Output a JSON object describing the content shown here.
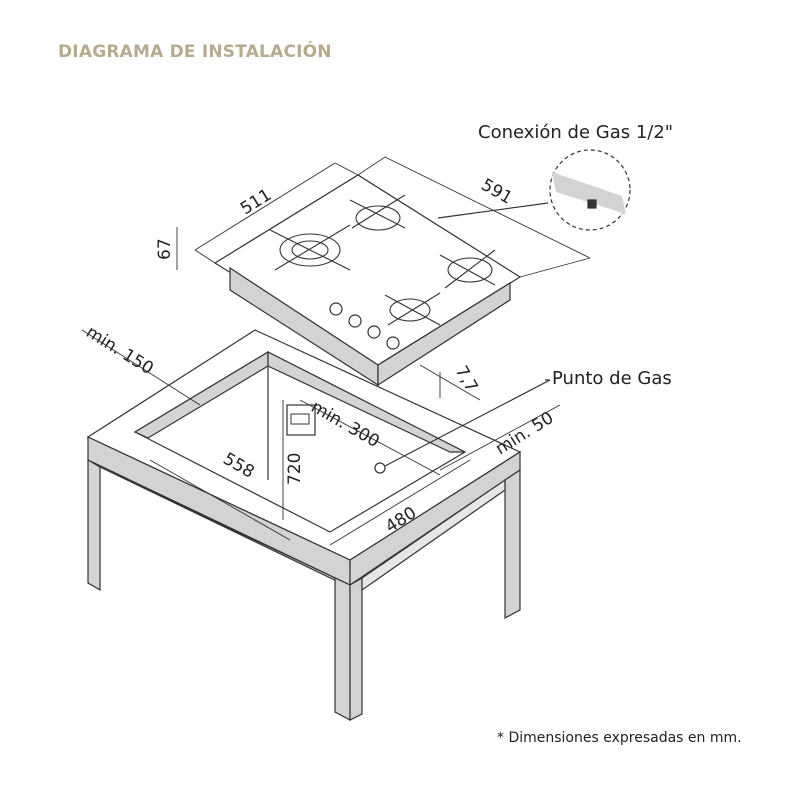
{
  "title": "DIAGRAMA DE INSTALACIÓN",
  "callouts": {
    "gas_connection": "Conexión de Gas 1/2\"",
    "gas_point": "Punto de Gas"
  },
  "dimensions": {
    "width": "511",
    "depth": "591",
    "height": "67",
    "glass": "7,7",
    "min_150": "min. 150",
    "min_300": "min. 300",
    "h720": "720",
    "d558": "558",
    "w480": "480",
    "min_50": "min. 50"
  },
  "note": "* Dimensiones expresadas en mm.",
  "colors": {
    "title": "#b5ac8f",
    "face": "#d3d3d3"
  }
}
